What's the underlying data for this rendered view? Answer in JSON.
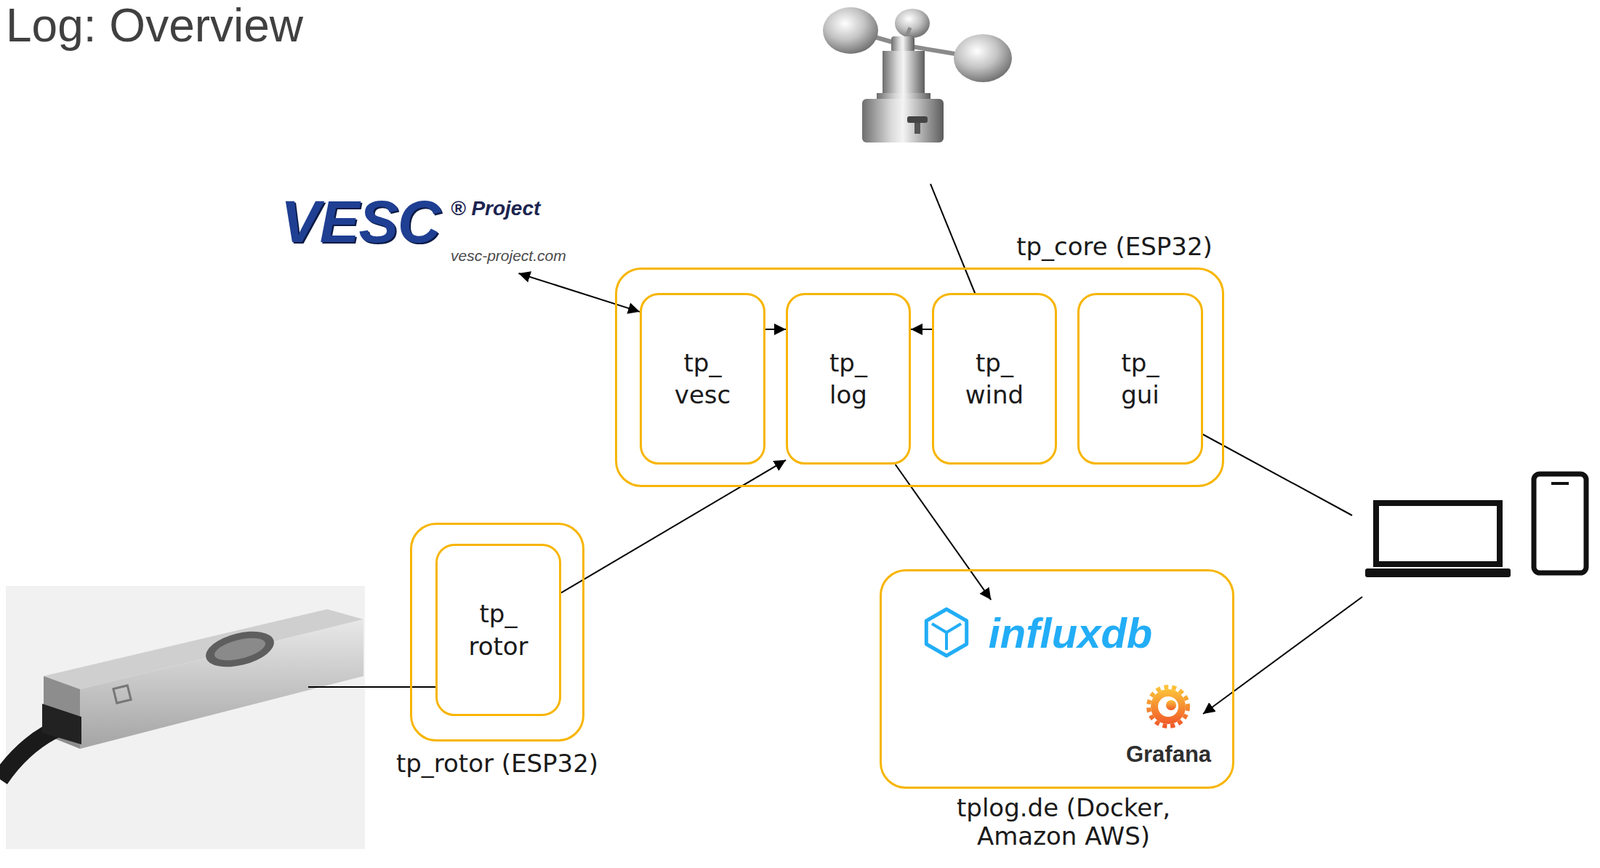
{
  "diagram": {
    "title": "Log: Overview",
    "nodes": [
      {
        "text": [
          "VESC",
          "® Project",
          "vesc-project.com"
        ]
      },
      {
        "text": [
          "tp_core (ESP32)"
        ]
      },
      {
        "text": [
          "tp_ vesc"
        ],
        "in": 1
      },
      {
        "text": [
          "tp_ log"
        ],
        "in": 1
      },
      {
        "text": [
          "tp_ wind"
        ],
        "in": 1
      },
      {
        "text": [
          "tp_ gui"
        ],
        "in": 1
      },
      {
        "text": [
          "tp_rotor (ESP32)"
        ]
      },
      {
        "text": [
          "tp_ rotor"
        ],
        "in": 6
      },
      {
        "text": [
          "tplog.de (Docker, Amazon AWS)"
        ]
      },
      {
        "text": [
          "influxdb"
        ],
        "in": 8
      },
      {
        "text": [
          "Grafana"
        ],
        "in": 8
      }
    ],
    "edges": [
      {
        "from": 0,
        "to": 2,
        "arrow": "both"
      },
      {
        "from": 2,
        "to": 3,
        "arrow": "to"
      },
      {
        "from": 4,
        "to": 3,
        "arrow": "to"
      },
      {
        "from": 7,
        "to": 3,
        "arrow": "to"
      },
      {
        "from": 3,
        "to": 9,
        "arrow": "to"
      }
    ]
  }
}
